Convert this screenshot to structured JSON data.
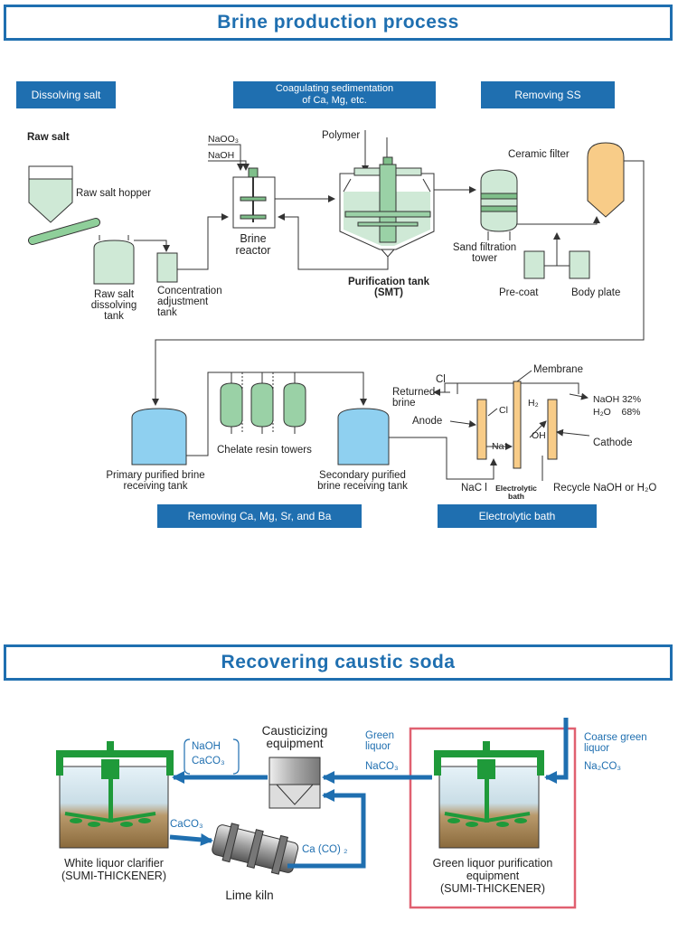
{
  "headers": {
    "brine": "Brine production process",
    "caustic": "Recovering caustic soda"
  },
  "stages": {
    "dissolving": "Dissolving salt",
    "coagulating_line1": "Coagulating sedimentation",
    "coagulating_line2": "of Ca, Mg, etc.",
    "removing_ss": "Removing SS",
    "removing_ca": "Removing Ca, Mg, Sr, and Ba",
    "electrolytic_bath": "Electrolytic bath"
  },
  "brine_labels": {
    "raw_salt": "Raw salt",
    "raw_salt_hopper": "Raw salt hopper",
    "raw_salt_dissolving": [
      "Raw salt",
      "dissolving",
      "tank"
    ],
    "concentration": [
      "Concentration",
      "adjustment",
      "tank"
    ],
    "naoo3": "NaOO₃",
    "naoh": "NaOH",
    "brine_reactor": [
      "Brine",
      "reactor"
    ],
    "polymer": "Polymer",
    "purification_tank": [
      "Purification tank",
      "(SMT)"
    ],
    "ceramic_filter": "Ceramic filter",
    "sand_filtration": [
      "Sand filtration",
      "tower"
    ],
    "pre_coat": "Pre-coat",
    "body_plate": "Body plate",
    "primary_tank": [
      "Primary purified brine",
      "receiving tank"
    ],
    "chelate": "Chelate resin towers",
    "secondary_tank": [
      "Secondary purified",
      "brine receiving tank"
    ],
    "cl_top": "Cl",
    "returned_brine": [
      "Returned",
      "brine"
    ],
    "membrane": "Membrane",
    "anode": "Anode",
    "cl_inner": "Cl",
    "h2": "H₂",
    "oh": "OH",
    "na": "Na⁺",
    "naoh_out": "NaOH  32%",
    "h2o_out": "H₂O    68%",
    "cathode": "Cathode",
    "nacl": "NaC l",
    "electrolytic_bath_small": [
      "Electrolytic",
      "bath"
    ],
    "recycle": "Recycle NaOH or H₂O"
  },
  "caustic_labels": {
    "causticizing": [
      "Causticizing",
      "equipment"
    ],
    "naoh": "NaOH",
    "caco3_bracket": "CaCO₃",
    "green_liquor": [
      "Green",
      "liquor"
    ],
    "naco3": "NaCO₃",
    "coarse_green": [
      "Coarse green",
      "liquor"
    ],
    "na2co3": "Na₂CO₃",
    "caco3_kiln": "CaCO₃",
    "ca_co2": "Ca (CO) ₂",
    "white_clarifier": [
      "White liquor clarifier",
      "(SUMI-THICKENER)"
    ],
    "lime_kiln": "Lime kiln",
    "green_purification": [
      "Green liquor purification",
      "equipment",
      "(SUMI-THICKENER)"
    ]
  },
  "colors": {
    "accent_blue": "#1f6fb0",
    "tank_green": "#c8e6cf",
    "tank_green_dark": "#6ab37a",
    "tank_blue": "#8fd0f0",
    "filter_orange": "#f8cc88",
    "thickener_green": "#1f9a3a",
    "highlight_red": "#e06070"
  }
}
